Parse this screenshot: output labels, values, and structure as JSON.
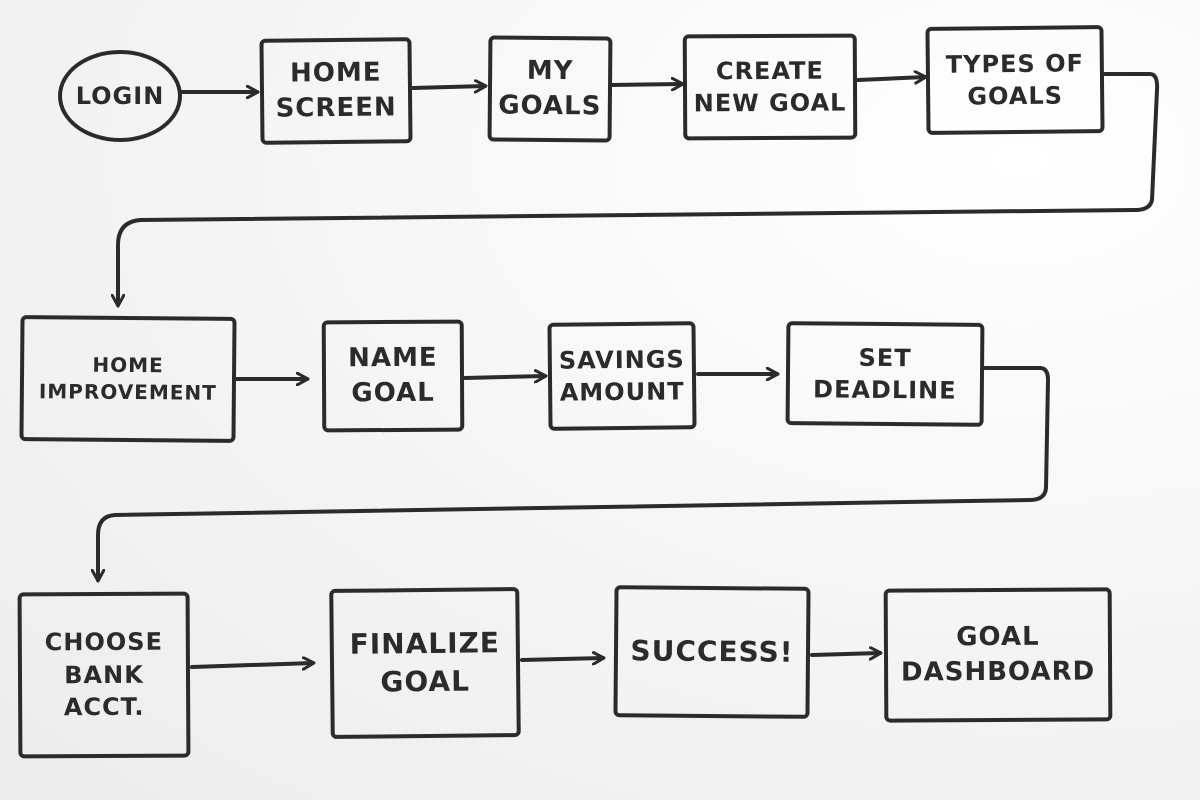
{
  "flow": {
    "row1": {
      "login": "LOGIN",
      "home_screen": [
        "HOME",
        "SCREEN"
      ],
      "my_goals": [
        "MY",
        "GOALS"
      ],
      "create_new_goal": [
        "CREATE",
        "NEW GOAL"
      ],
      "types_of_goals": [
        "TYPES OF",
        "GOALS"
      ]
    },
    "row2": {
      "home_improvement": [
        "HOME",
        "IMPROVEMENT"
      ],
      "name_goal": [
        "NAME",
        "GOAL"
      ],
      "savings_amount": [
        "SAVINGS",
        "AMOUNT"
      ],
      "set_deadline": [
        "SET",
        "DEADLINE"
      ]
    },
    "row3": {
      "choose_bank_acct": [
        "CHOOSE",
        "BANK",
        "ACCT."
      ],
      "finalize_goal": [
        "FINALIZE",
        "GOAL"
      ],
      "success": "SUCCESS!",
      "goal_dashboard": [
        "GOAL",
        "DASHBOARD"
      ]
    }
  },
  "colors": {
    "ink": "#2b2b2b",
    "board": "#f7f7f7"
  }
}
